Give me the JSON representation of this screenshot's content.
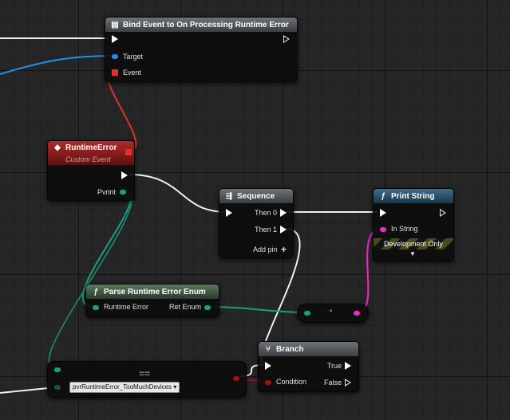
{
  "nodes": {
    "bind_event": {
      "title": "Bind Event to On Processing Runtime Error",
      "target_label": "Target",
      "event_label": "Event"
    },
    "runtime_error": {
      "title": "RuntimeError",
      "subtitle": "Custom Event",
      "output_label": "Pvrint"
    },
    "sequence": {
      "title": "Sequence",
      "then0": "Then 0",
      "then1": "Then 1",
      "add_pin": "Add pin"
    },
    "print_string": {
      "title": "Print String",
      "in_string": "In String",
      "dev_only": "Development Only"
    },
    "parse_enum": {
      "title": "Parse Runtime Error Enum",
      "input": "Runtime Error",
      "output": "Ret Enum"
    },
    "branch": {
      "title": "Branch",
      "true_label": "True",
      "false_label": "False",
      "condition": "Condition"
    },
    "equal": {
      "dropdown": "pvrRuntimeError_TooMuchDevices"
    }
  },
  "colors": {
    "exec": "#ffffff",
    "object_pin": "#1e90e6",
    "delegate_pin": "#e03030",
    "byte_pin": "#16a085",
    "string_pin": "#ee28c8",
    "bool_pin": "#a01010"
  }
}
